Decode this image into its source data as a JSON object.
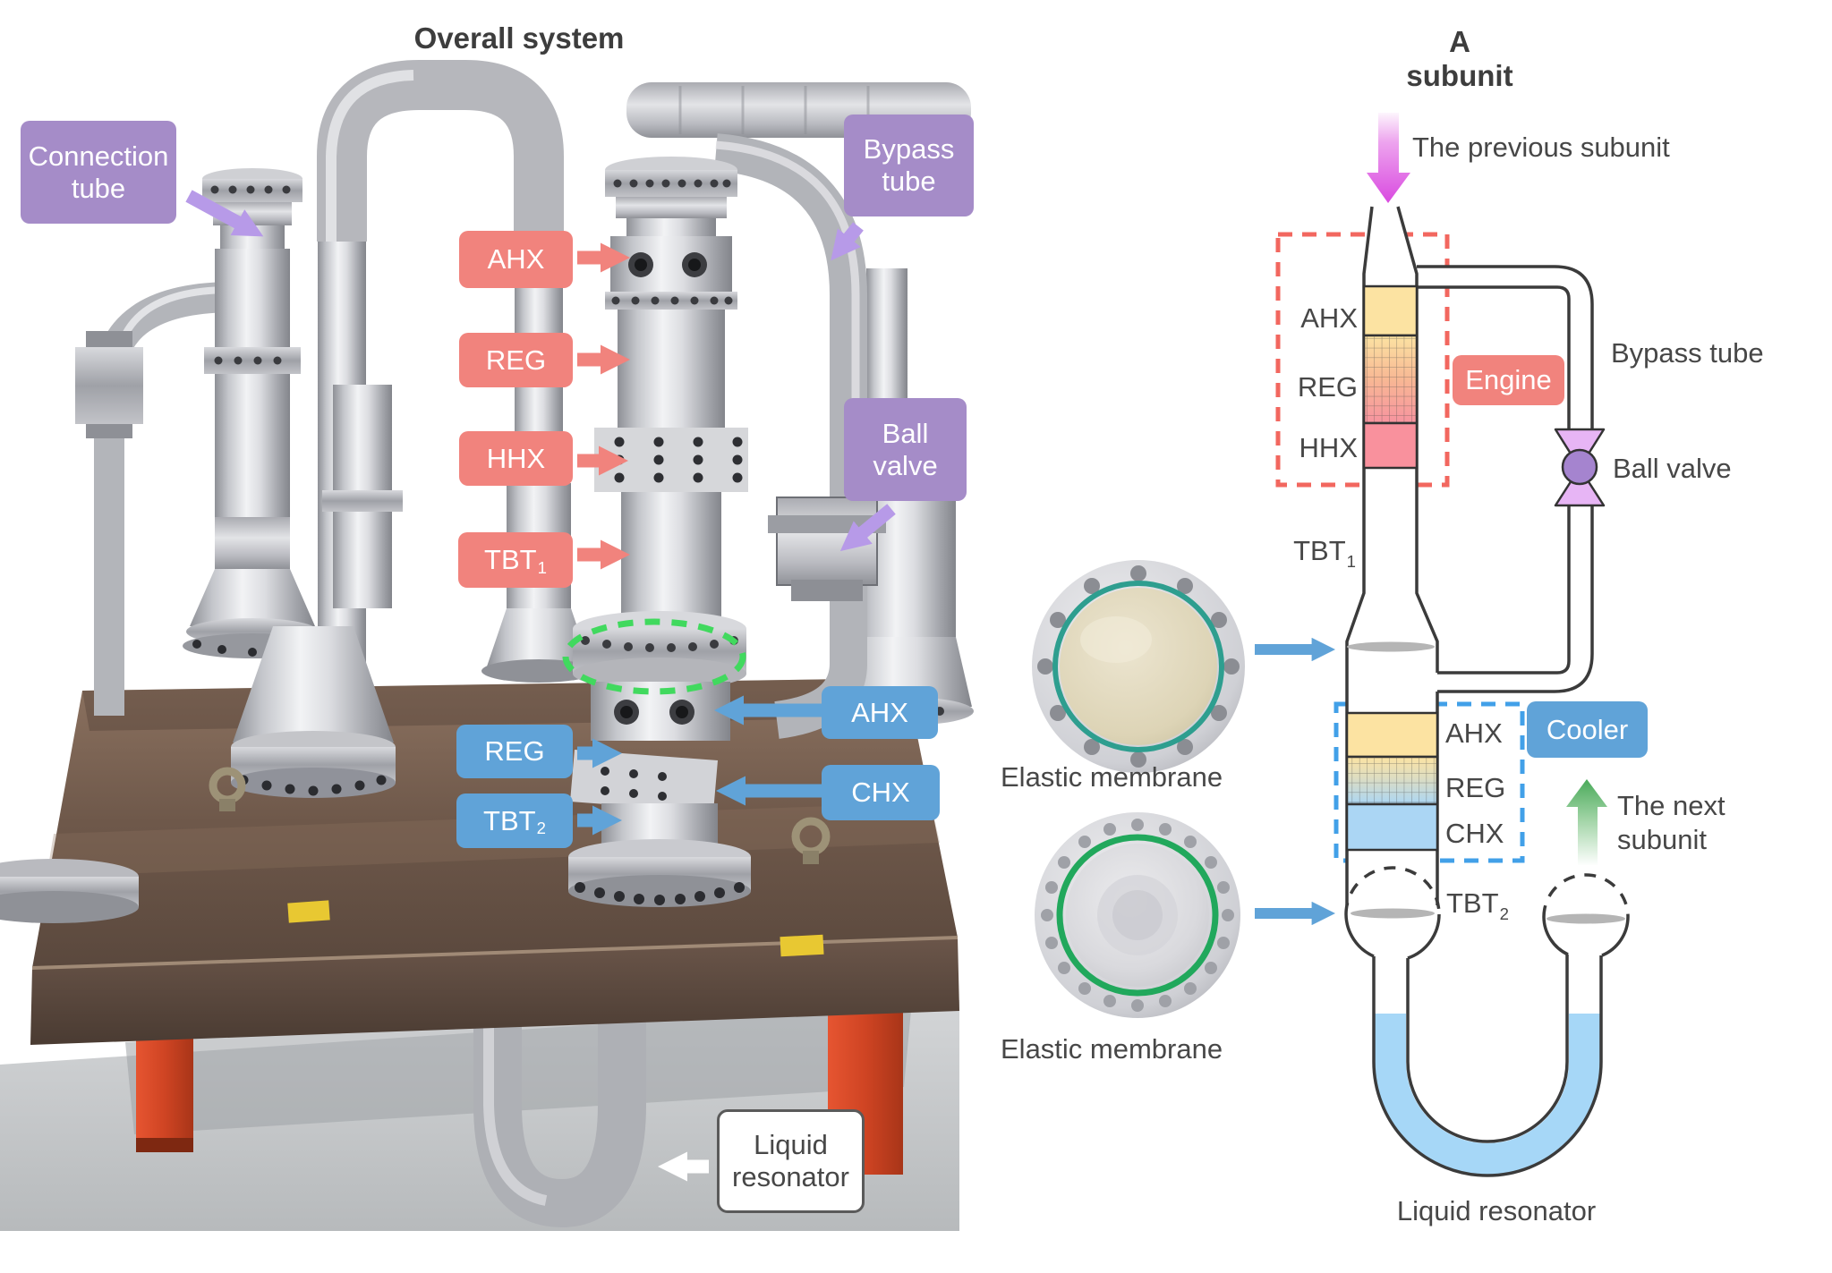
{
  "left_panel": {
    "title": "Overall system",
    "callouts": {
      "connection_tube": "Connection\ntube",
      "bypass_tube": "Bypass\ntube",
      "ball_valve": "Ball\nvalve",
      "ahx_engine": "AHX",
      "reg_engine": "REG",
      "hhx": "HHX",
      "tbt1": {
        "base": "TBT",
        "sub": "1"
      },
      "ahx_cooler": "AHX",
      "reg_cooler": "REG",
      "tbt2": {
        "base": "TBT",
        "sub": "2"
      },
      "chx": "CHX",
      "liquid_resonator": "Liquid\nresonator"
    }
  },
  "right_panel": {
    "title": "A subunit",
    "previous_subunit": "The previous subunit",
    "next_subunit": "The next\nsubunit",
    "engine_group": {
      "label": "Engine",
      "ahx": "AHX",
      "reg": "REG",
      "hhx": "HHX"
    },
    "cooler_group": {
      "label": "Cooler",
      "ahx": "AHX",
      "reg": "REG",
      "chx": "CHX"
    },
    "tbt1": {
      "base": "TBT",
      "sub": "1"
    },
    "tbt2": {
      "base": "TBT",
      "sub": "2"
    },
    "bypass_tube": "Bypass tube",
    "ball_valve": "Ball valve",
    "elastic_membrane_top": "Elastic membrane",
    "elastic_membrane_bottom": "Elastic membrane",
    "liquid_resonator": "Liquid resonator"
  },
  "colors": {
    "purple_label": "#a58cc8",
    "purple_arrow": "#b79ae8",
    "red_label": "#f1837d",
    "blue_label": "#60a3d8",
    "text_dark": "#474747",
    "diagram_outline": "#3b3b3b",
    "ahx_yellow": "#fce3a2",
    "hhx_pink": "#f9919d",
    "chx_blue": "#abd6f4",
    "liquid_blue": "#a6d7f7",
    "red_dash_box": "#f2675f",
    "blue_dash_box": "#42a0e8",
    "magenta_arrow": "#d94ae0",
    "green_arrow": "#4cab5c",
    "valve_light_purple": "#e7b5f5",
    "valve_dark_purple": "#a584cf",
    "membrane_ring_teal": "#2e9e8f",
    "membrane_ring_green": "#21a85c",
    "green_dashed_ellipse": "#41d95e"
  }
}
